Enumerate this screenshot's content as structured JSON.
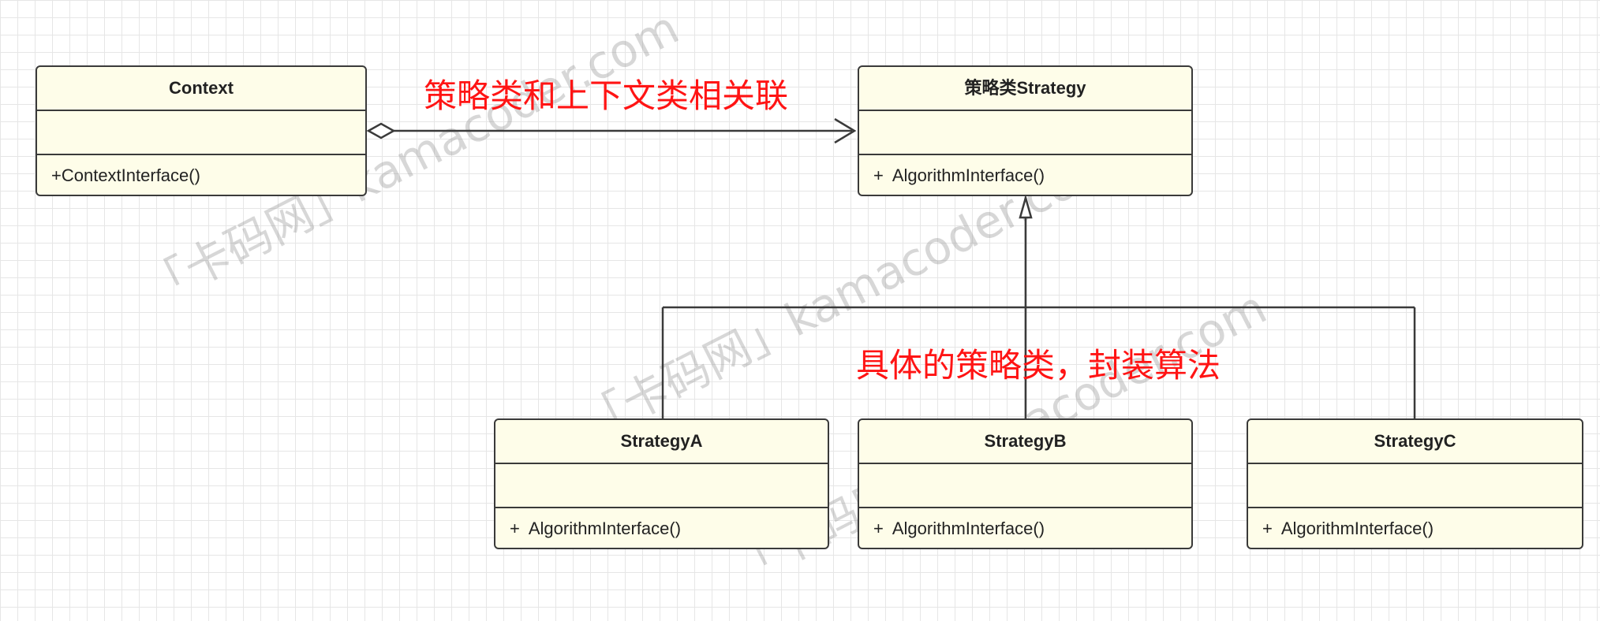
{
  "classes": {
    "context": {
      "name": "Context",
      "method": "+ContextInterface()"
    },
    "strategy": {
      "name": "策略类Strategy",
      "method": "+  AlgorithmInterface()"
    },
    "strategy_a": {
      "name": "StrategyA",
      "method": "+  AlgorithmInterface()"
    },
    "strategy_b": {
      "name": "StrategyB",
      "method": "+  AlgorithmInterface()"
    },
    "strategy_c": {
      "name": "StrategyC",
      "method": "+  AlgorithmInterface()"
    }
  },
  "notes": {
    "association": "策略类和上下文类相关联",
    "concrete": "具体的策略类，封装算法"
  },
  "watermark": "「卡码网」kamacoder.com",
  "colors": {
    "class_fill": "#fefde9",
    "class_border": "#3a3a3a",
    "note_text": "#ff1414"
  }
}
